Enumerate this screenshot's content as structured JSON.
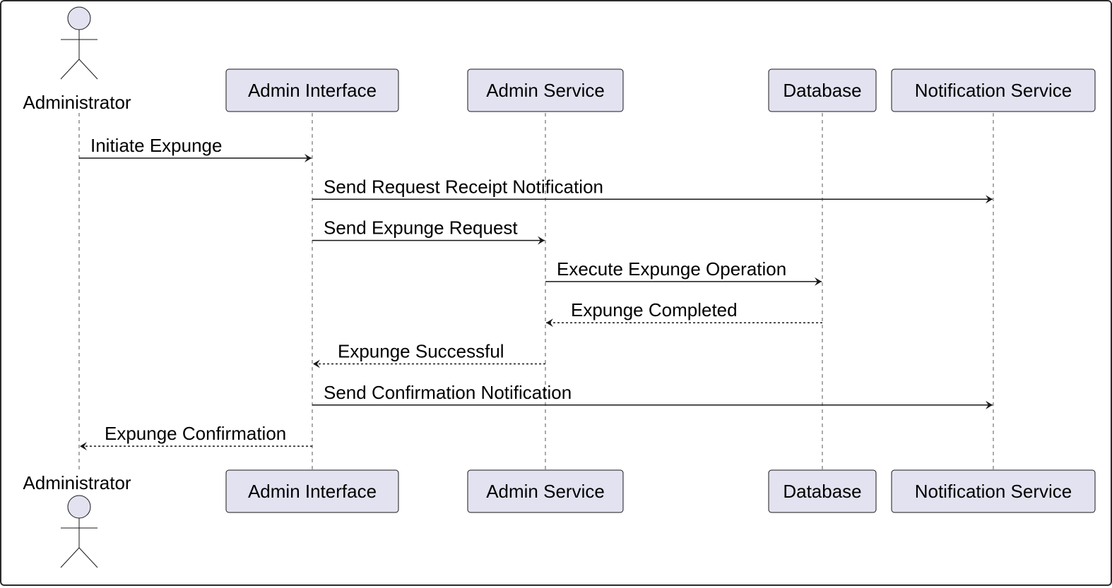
{
  "participants": [
    {
      "id": "admin",
      "label": "Administrator",
      "kind": "actor"
    },
    {
      "id": "ui",
      "label": "Admin Interface",
      "kind": "participant"
    },
    {
      "id": "svc",
      "label": "Admin Service",
      "kind": "participant"
    },
    {
      "id": "db",
      "label": "Database",
      "kind": "participant"
    },
    {
      "id": "notif",
      "label": "Notification Service",
      "kind": "participant"
    }
  ],
  "messages": [
    {
      "from": "admin",
      "to": "ui",
      "label": "Initiate Expunge",
      "style": "solid"
    },
    {
      "from": "ui",
      "to": "notif",
      "label": "Send Request Receipt Notification",
      "style": "solid"
    },
    {
      "from": "ui",
      "to": "svc",
      "label": "Send Expunge Request",
      "style": "solid"
    },
    {
      "from": "svc",
      "to": "db",
      "label": "Execute Expunge Operation",
      "style": "solid"
    },
    {
      "from": "db",
      "to": "svc",
      "label": "Expunge Completed",
      "style": "dashed"
    },
    {
      "from": "svc",
      "to": "ui",
      "label": "Expunge Successful",
      "style": "dashed"
    },
    {
      "from": "ui",
      "to": "notif",
      "label": "Send Confirmation Notification",
      "style": "solid"
    },
    {
      "from": "ui",
      "to": "admin",
      "label": "Expunge Confirmation",
      "style": "dashed"
    }
  ],
  "colors": {
    "participant_fill": "#E2E2F0",
    "line": "#181818",
    "lifeline": "#555555"
  }
}
